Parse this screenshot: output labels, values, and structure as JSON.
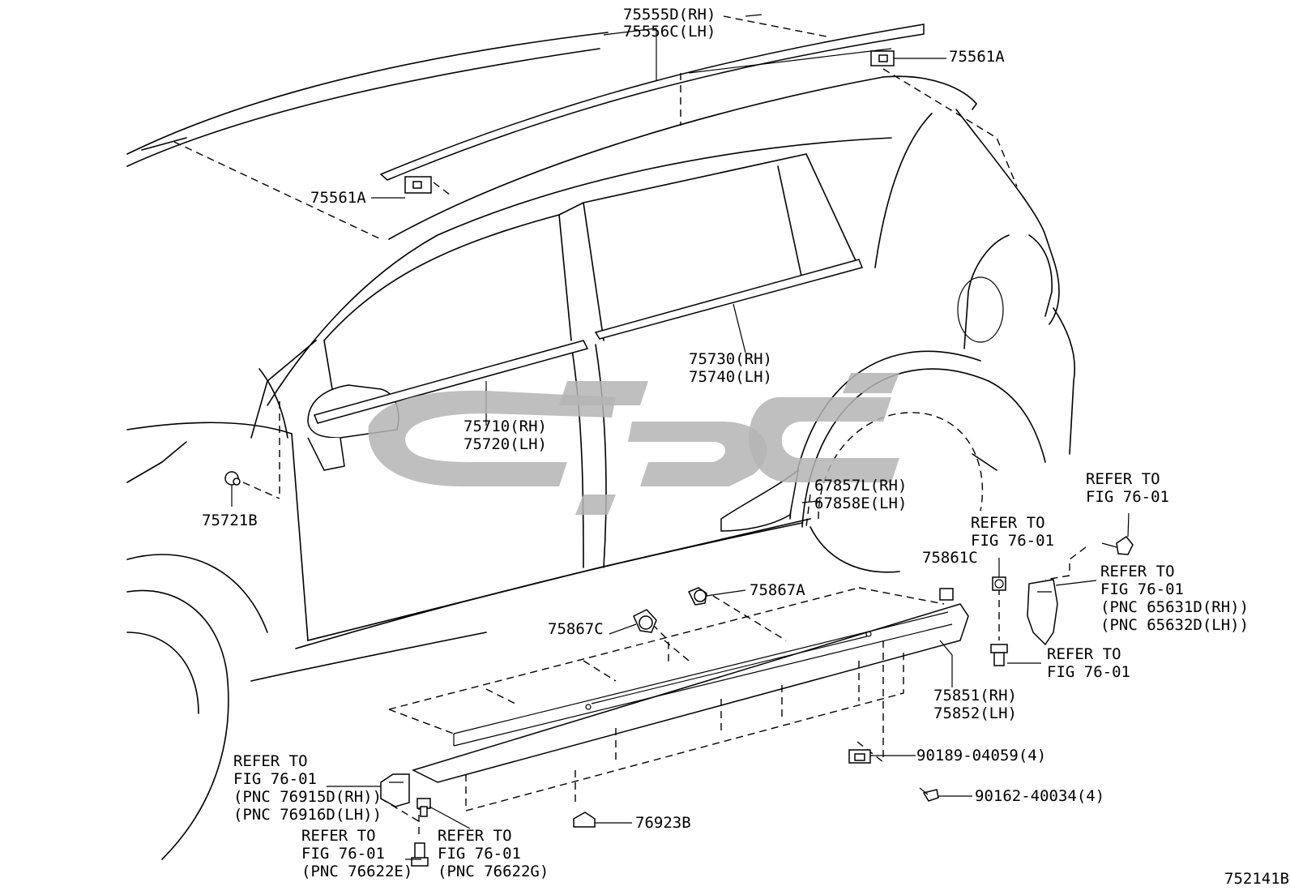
{
  "labels": {
    "p75555D": "75555D(RH)",
    "p75556C": "75556C(LH)",
    "p75561A_top": "75561A",
    "p75561A_left": "75561A",
    "p75730": "75730(RH)",
    "p75740": "75740(LH)",
    "p75710": "75710(RH)",
    "p75720": "75720(LH)",
    "p75721B": "75721B",
    "p67857L": "67857L(RH)",
    "p67858E": "67858E(LH)",
    "p75861C": "75861C",
    "p75867A": "75867A",
    "p75867C": "75867C",
    "p75851": "75851(RH)",
    "p75852": "75852(LH)",
    "p90189": "90189-04059(4)",
    "p90162": "90162-40034(4)",
    "p76923B": "76923B",
    "fig_id": "752141B"
  },
  "refs": {
    "r1": [
      "REFER TO",
      "FIG 76-01"
    ],
    "r2": [
      "REFER TO",
      "FIG 76-01"
    ],
    "r3": [
      "REFER TO",
      "FIG 76-01",
      "(PNC 65631D(RH))",
      "(PNC 65632D(LH))"
    ],
    "r4": [
      "REFER TO",
      "FIG 76-01"
    ],
    "r5": [
      "REFER TO",
      "FIG 76-01",
      "(PNC 76915D(RH))",
      "(PNC 76916D(LH))"
    ],
    "r6": [
      "REFER TO",
      "FIG 76-01",
      "(PNC 76622E)"
    ],
    "r7": [
      "REFER TO",
      "FIG 76-01",
      "(PNC 76622G)"
    ]
  }
}
